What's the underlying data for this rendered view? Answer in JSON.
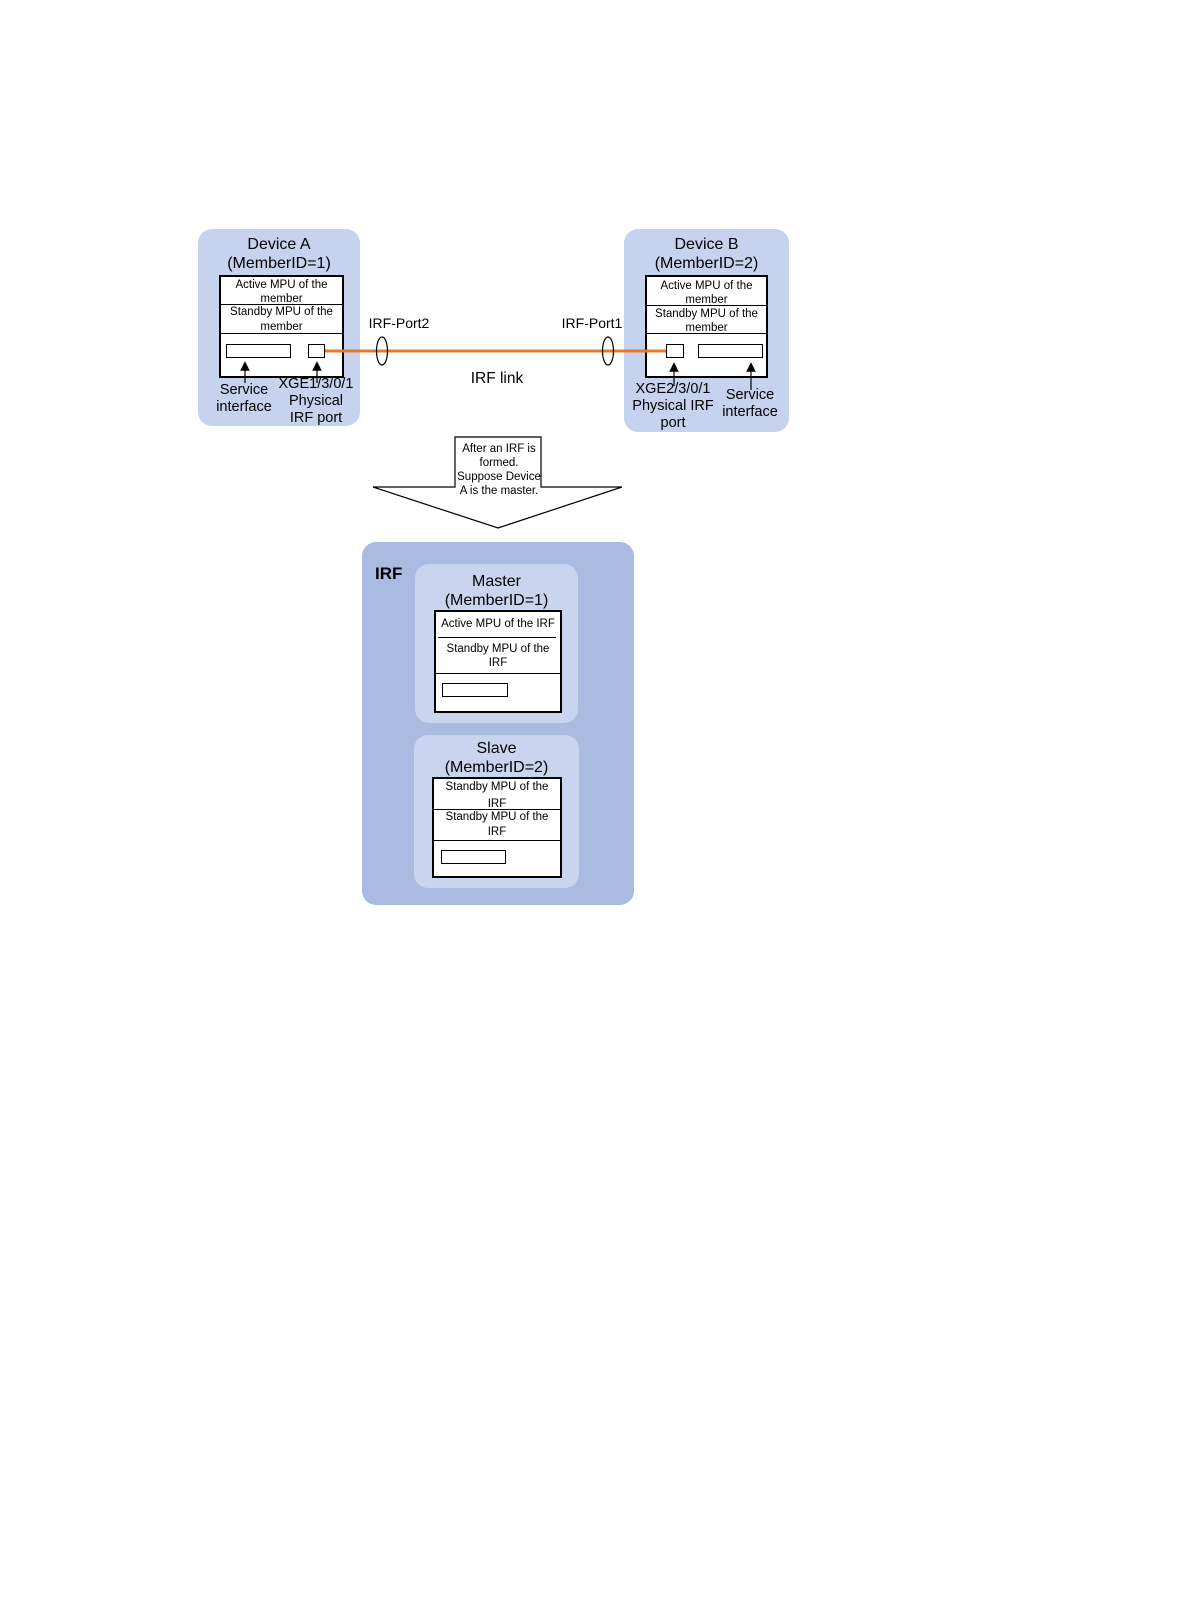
{
  "device_a": {
    "title": "Device A",
    "member_id": "(MemberID=1)",
    "active_mpu": "Active MPU of the member",
    "standby_mpu": "Standby MPU of the member",
    "service_label": "Service interface",
    "port_label": "XGE1/3/0/1 Physical IRF port"
  },
  "device_b": {
    "title": "Device B",
    "member_id": "(MemberID=2)",
    "active_mpu": "Active MPU of the member",
    "standby_mpu": "Standby MPU of the member",
    "service_label": "Service interface",
    "port_label": "XGE2/3/0/1 Physical IRF port"
  },
  "link": {
    "irf_port_left": "IRF-Port2",
    "irf_port_right": "IRF-Port1",
    "label": "IRF link",
    "color": "#e8772a"
  },
  "transition": {
    "text": "After an IRF is formed. Suppose Device A is the master."
  },
  "irf": {
    "label": "IRF",
    "master": {
      "title": "Master",
      "member_id": "(MemberID=1)",
      "active_mpu": "Active MPU of the IRF",
      "standby_mpu": "Standby MPU of the IRF"
    },
    "slave": {
      "title": "Slave",
      "member_id": "(MemberID=2)",
      "standby_mpu_1": "Standby MPU of the IRF",
      "standby_mpu_2": "Standby MPU of the IRF"
    }
  },
  "colors": {
    "device_bg": "#c5d3ee",
    "irf_outer_bg": "#a9bbe1",
    "irf_inner_bg": "#c9d5ef"
  }
}
